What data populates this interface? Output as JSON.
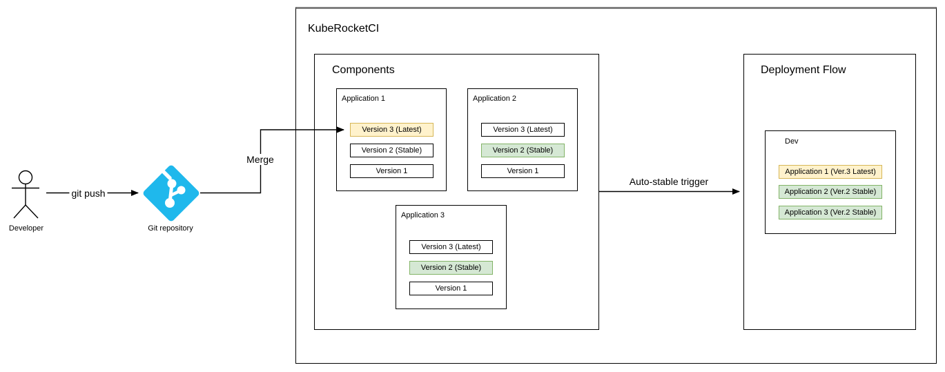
{
  "diagram": {
    "outer_title": "KubeRocketCI",
    "actor": {
      "label": "Developer"
    },
    "git_repo": {
      "label": "Git repository"
    },
    "edges": {
      "git_push": {
        "label": "git push"
      },
      "merge": {
        "label": "Merge"
      },
      "auto_stable": {
        "label": "Auto-stable trigger"
      }
    },
    "components": {
      "title": "Components",
      "applications": [
        {
          "label": "Application 1",
          "versions": [
            {
              "label": "Version 3 (Latest)",
              "highlight": "yellow"
            },
            {
              "label": "Version 2 (Stable)",
              "highlight": "none"
            },
            {
              "label": "Version 1",
              "highlight": "none"
            }
          ]
        },
        {
          "label": "Application 2",
          "versions": [
            {
              "label": "Version 3 (Latest)",
              "highlight": "none"
            },
            {
              "label": "Version 2 (Stable)",
              "highlight": "green"
            },
            {
              "label": "Version 1",
              "highlight": "none"
            }
          ]
        },
        {
          "label": "Application 3",
          "versions": [
            {
              "label": "Version 3 (Latest)",
              "highlight": "none"
            },
            {
              "label": "Version 2 (Stable)",
              "highlight": "green"
            },
            {
              "label": "Version 1",
              "highlight": "none"
            }
          ]
        }
      ]
    },
    "deployment_flow": {
      "title": "Deployment Flow",
      "environment": {
        "label": "Dev",
        "apps": [
          {
            "label": "Application 1 (Ver.3 Latest)",
            "highlight": "yellow"
          },
          {
            "label": "Application 2 (Ver.2 Stable)",
            "highlight": "green"
          },
          {
            "label": "Application 3 (Ver.2 Stable)",
            "highlight": "green"
          }
        ]
      }
    },
    "colors": {
      "highlight_yellow_fill": "#FFF2CC",
      "highlight_yellow_border": "#D6B656",
      "highlight_green_fill": "#D5E8D4",
      "highlight_green_border": "#82B366",
      "git_icon": "#1FB8EC",
      "line": "#000000"
    }
  }
}
